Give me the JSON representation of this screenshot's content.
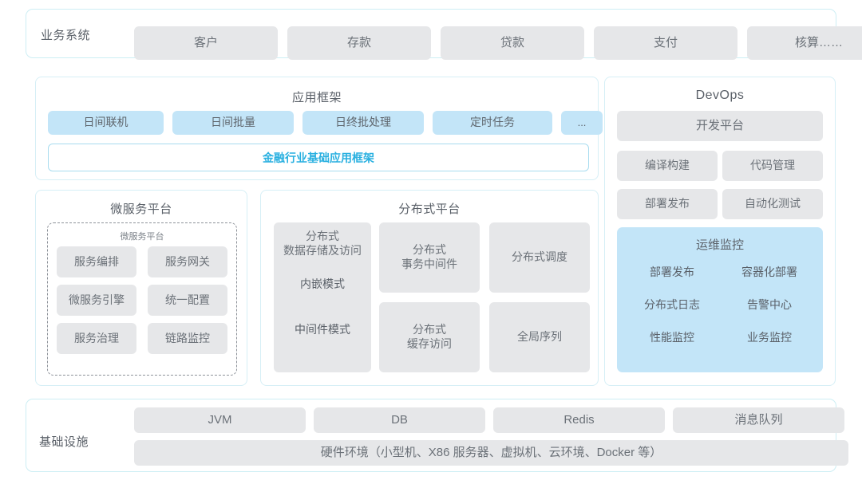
{
  "business_system": {
    "label": "业务系统",
    "items": [
      "客户",
      "存款",
      "贷款",
      "支付",
      "核算……"
    ]
  },
  "app_framework": {
    "title": "应用框架",
    "items": [
      "日间联机",
      "日间批量",
      "日终批处理",
      "定时任务",
      "..."
    ],
    "foundation": "金融行业基础应用框架"
  },
  "microservice_platform": {
    "title": "微服务平台",
    "subtitle": "微服务平台",
    "items": [
      "服务编排",
      "服务网关",
      "微服务引擎",
      "统一配置",
      "服务治理",
      "链路监控"
    ]
  },
  "distributed_platform": {
    "title": "分布式平台",
    "storage": {
      "title": "分布式\n数据存储及访问",
      "title_line1": "分布式",
      "title_line2": "数据存储及访问",
      "modes": [
        "内嵌模式",
        "中间件模式"
      ]
    },
    "items": [
      {
        "line1": "分布式",
        "line2": "事务中间件"
      },
      {
        "line1": "分布式调度",
        "line2": ""
      },
      {
        "line1": "分布式",
        "line2": "缓存访问"
      },
      {
        "line1": "全局序列",
        "line2": ""
      }
    ]
  },
  "devops": {
    "title": "DevOps",
    "platform": "开发平台",
    "items": [
      "编译构建",
      "代码管理",
      "部署发布",
      "自动化测试"
    ],
    "ops_monitor": {
      "title": "运维监控",
      "items": [
        "部署发布",
        "容器化部署",
        "分布式日志",
        "告警中心",
        "性能监控",
        "业务监控"
      ]
    }
  },
  "infrastructure": {
    "label": "基础设施",
    "items": [
      "JVM",
      "DB",
      "Redis",
      "消息队列"
    ],
    "hardware": "硬件环境（小型机、X86 服务器、虚拟机、云环境、Docker 等）"
  },
  "colors": {
    "accent_blue": "#29b0e0",
    "tile_blue": "#c3e5f8",
    "tile_gray": "#e6e7e9",
    "border_cyan": "#cdeef4",
    "text_gray": "#5b6169"
  }
}
